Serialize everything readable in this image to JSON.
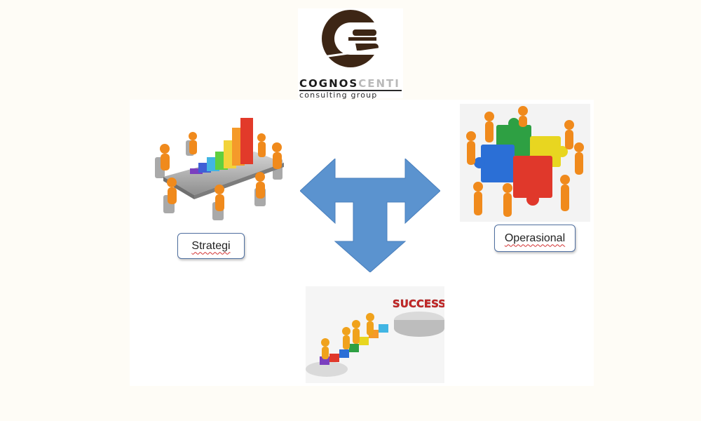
{
  "logo": {
    "brand_dark": "COGNOS",
    "brand_light": "CENTI",
    "tagline": "consulting group",
    "colors": {
      "mark": "#3d2615",
      "text": "#1a1a1a",
      "light_text": "#b9b9b9"
    }
  },
  "diagram": {
    "left_label": "Strategi",
    "right_label": "Operasional",
    "bottom_sign": "SUCCESS",
    "arrow_color": "#5b93cf",
    "label_border_color": "#4f6fa0"
  },
  "images": {
    "left": "business-meeting-bar-chart-illustration",
    "right": "team-assembling-puzzle-illustration",
    "bottom": "puzzle-path-to-success-illustration"
  }
}
